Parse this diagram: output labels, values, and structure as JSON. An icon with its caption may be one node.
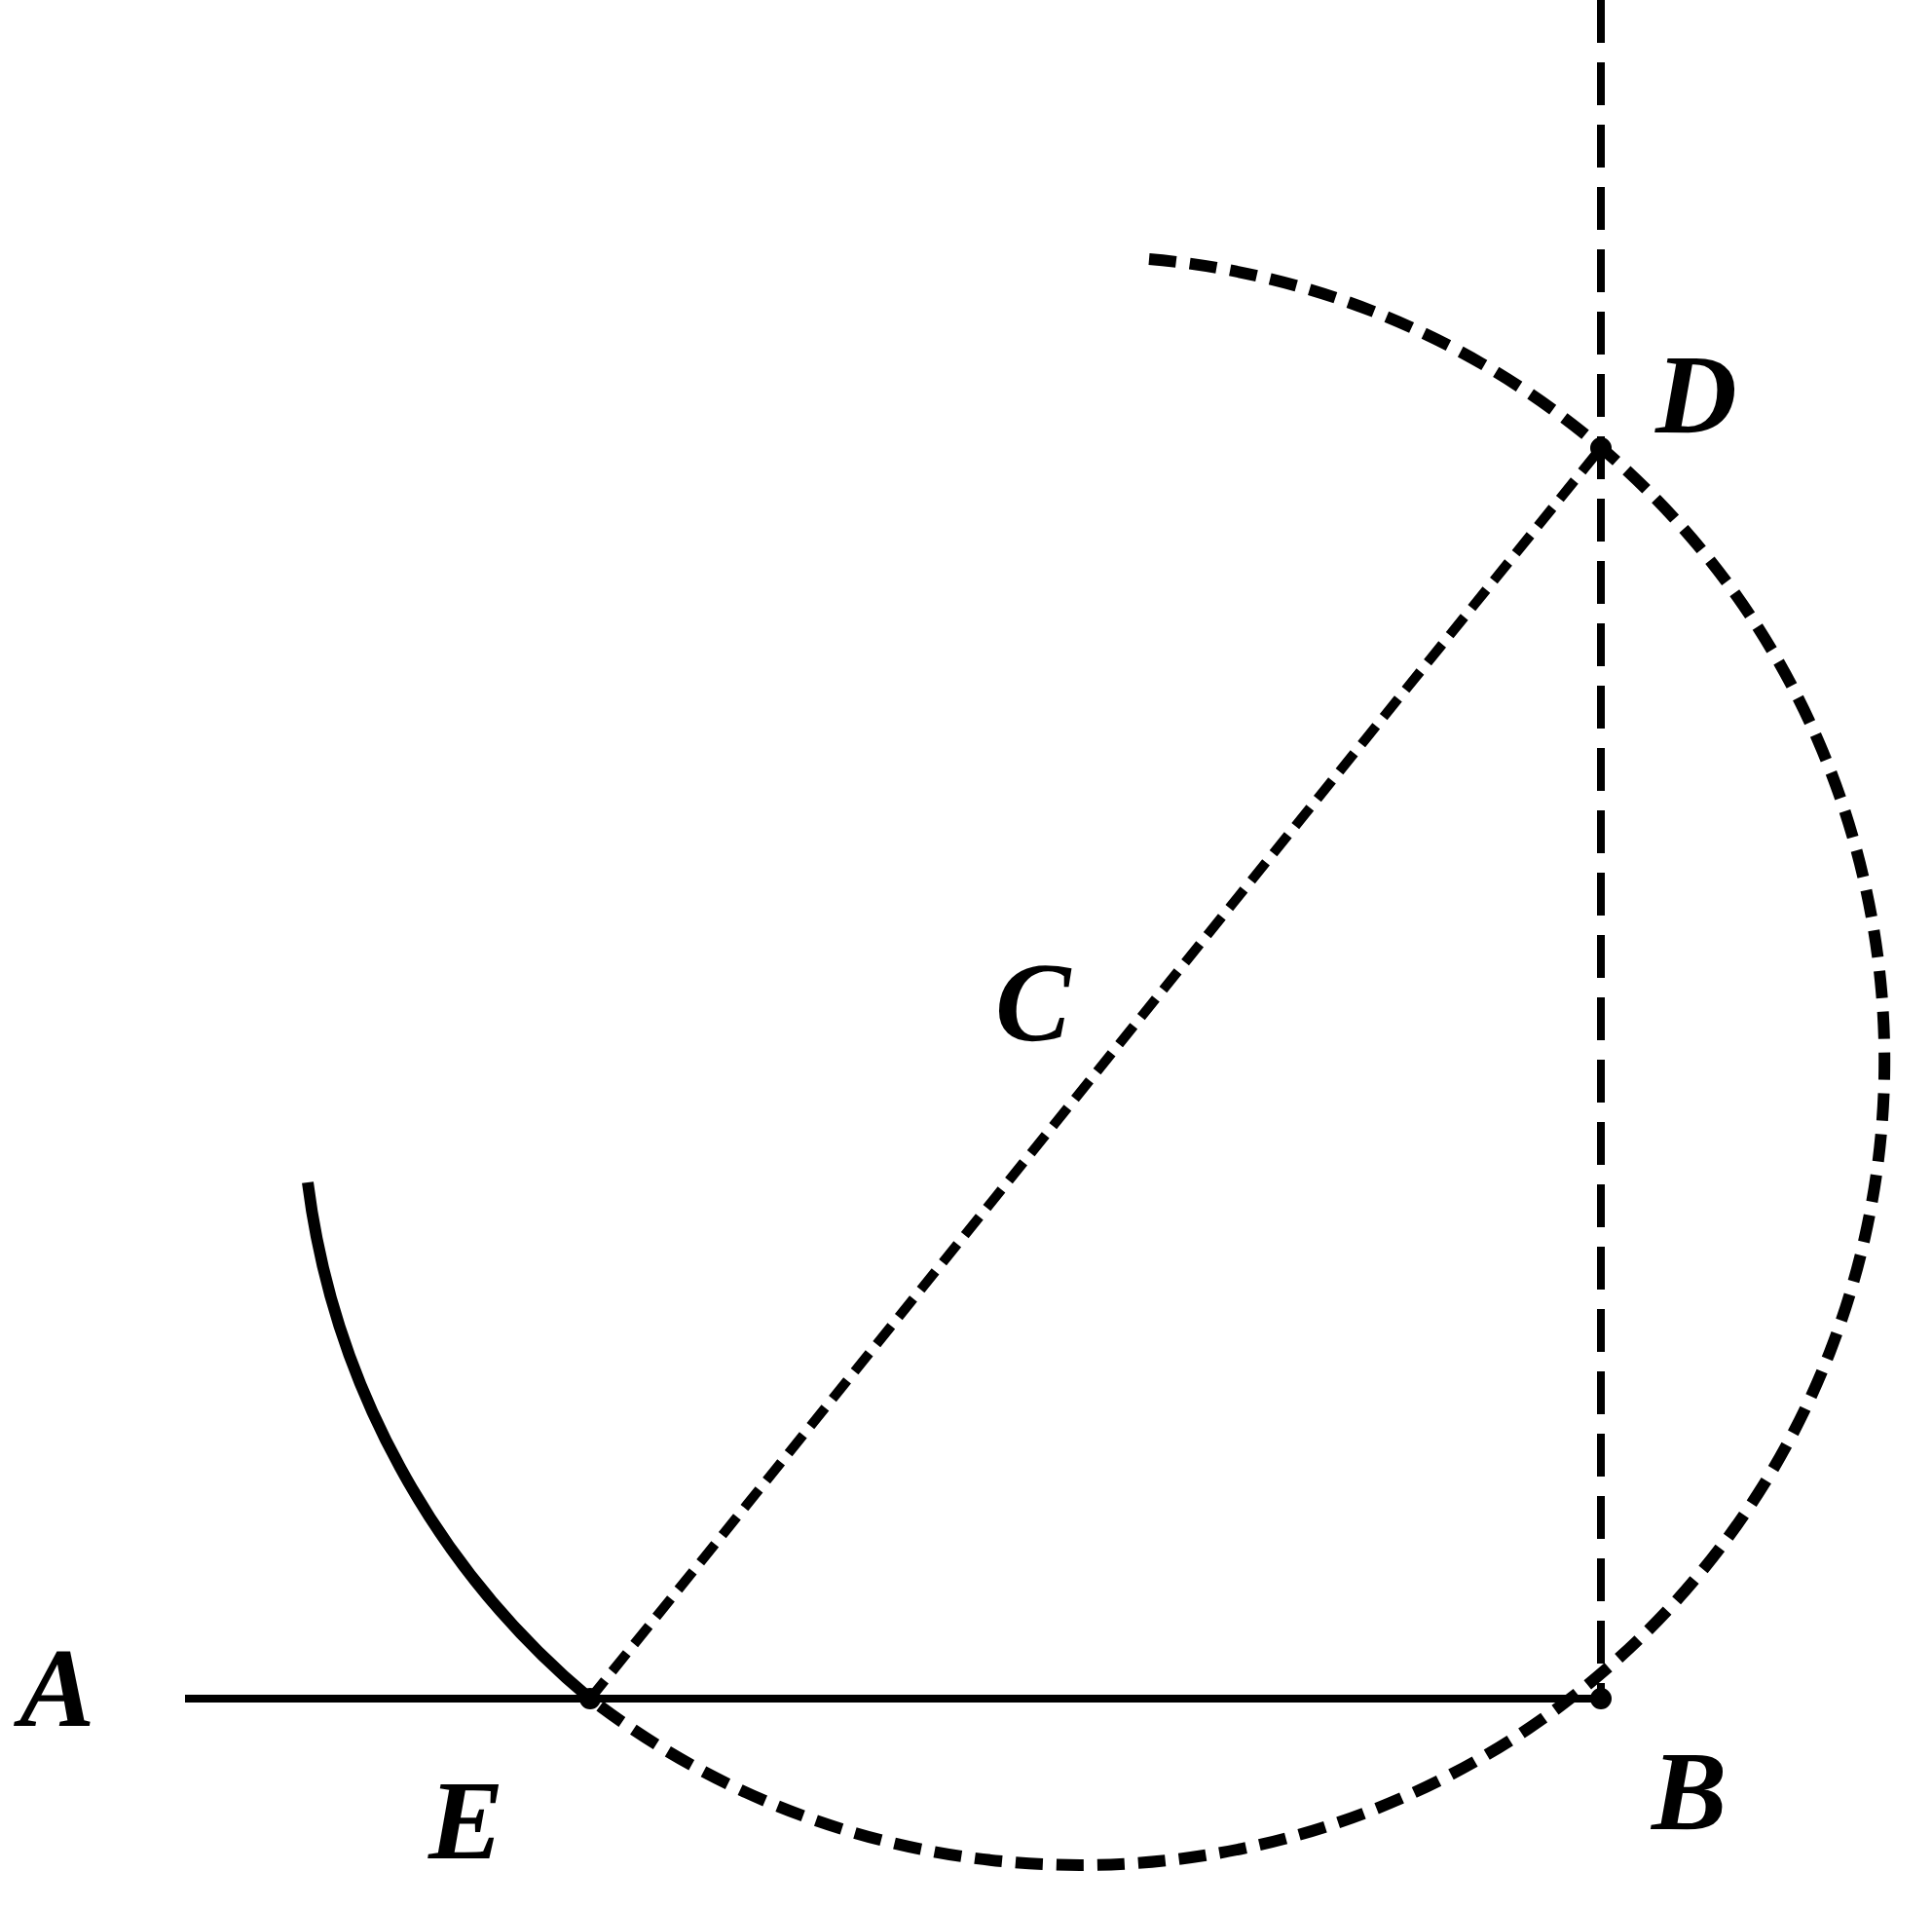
{
  "diagram": {
    "labels": [
      "D",
      "C",
      "A",
      "E",
      "B"
    ]
  }
}
